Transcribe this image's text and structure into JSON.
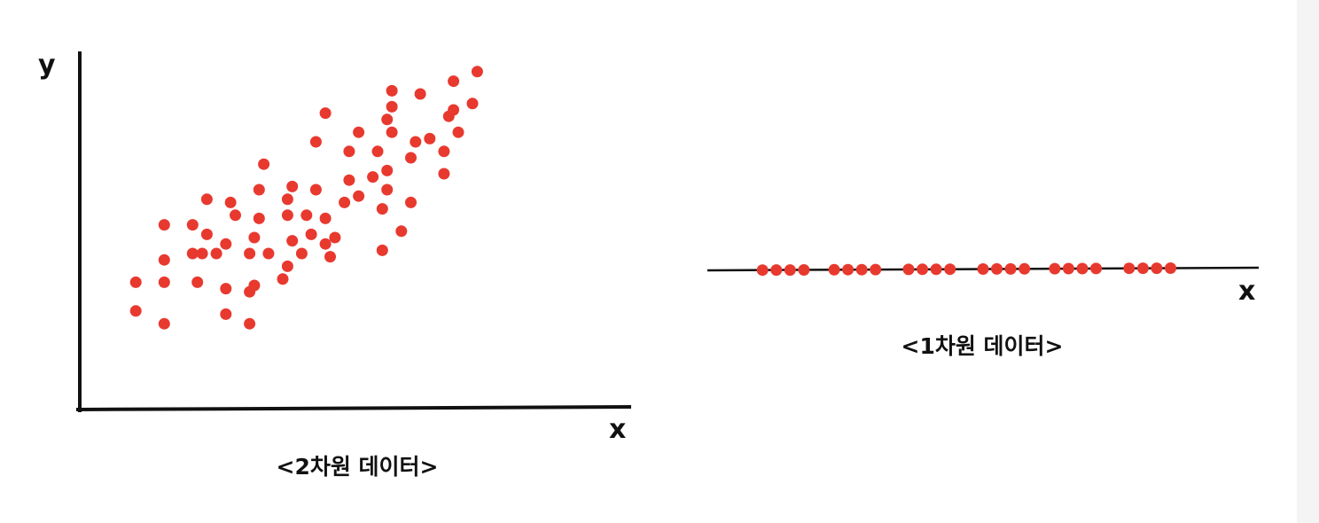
{
  "colors": {
    "point": "#e8392f",
    "axis": "#111111",
    "background": "#ffffff",
    "gutter": "#f4f4f4"
  },
  "panels": {
    "two_d": {
      "y_label": "y",
      "x_label": "x",
      "caption": "<2차원 데이터>"
    },
    "one_d": {
      "x_label": "x",
      "caption": "<1차원 데이터>"
    }
  },
  "chart_data": [
    {
      "type": "scatter",
      "xlabel": "x",
      "ylabel": "y",
      "caption": "<2차원 데이터>",
      "xlim": [
        0,
        100
      ],
      "ylim": [
        0,
        100
      ],
      "points": [
        [
          9,
          22
        ],
        [
          9,
          31
        ],
        [
          15,
          18
        ],
        [
          15,
          31
        ],
        [
          15,
          38
        ],
        [
          15,
          49
        ],
        [
          21,
          40
        ],
        [
          21,
          49
        ],
        [
          22,
          31
        ],
        [
          23,
          40
        ],
        [
          24,
          46
        ],
        [
          24,
          57
        ],
        [
          26,
          40
        ],
        [
          28,
          21
        ],
        [
          28,
          29
        ],
        [
          28,
          43
        ],
        [
          29,
          56
        ],
        [
          30,
          52
        ],
        [
          33,
          18
        ],
        [
          33,
          28
        ],
        [
          33,
          40
        ],
        [
          34,
          30
        ],
        [
          34,
          45
        ],
        [
          35,
          51
        ],
        [
          35,
          60
        ],
        [
          36,
          68
        ],
        [
          37,
          40
        ],
        [
          40,
          32
        ],
        [
          41,
          36
        ],
        [
          41,
          52
        ],
        [
          41,
          57
        ],
        [
          42,
          44
        ],
        [
          42,
          61
        ],
        [
          44,
          40
        ],
        [
          45,
          52
        ],
        [
          46,
          46
        ],
        [
          47,
          60
        ],
        [
          47,
          75
        ],
        [
          49,
          43
        ],
        [
          49,
          51
        ],
        [
          49,
          84
        ],
        [
          50,
          39
        ],
        [
          51,
          45
        ],
        [
          53,
          56
        ],
        [
          54,
          63
        ],
        [
          54,
          72
        ],
        [
          56,
          78
        ],
        [
          56,
          58
        ],
        [
          59,
          64
        ],
        [
          60,
          72
        ],
        [
          61,
          41
        ],
        [
          61,
          54
        ],
        [
          62,
          60
        ],
        [
          62,
          66
        ],
        [
          62,
          82
        ],
        [
          63,
          86
        ],
        [
          63,
          78
        ],
        [
          63,
          91
        ],
        [
          65,
          47
        ],
        [
          67,
          56
        ],
        [
          67,
          70
        ],
        [
          68,
          75
        ],
        [
          69,
          90
        ],
        [
          71,
          76
        ],
        [
          74,
          65
        ],
        [
          74,
          72
        ],
        [
          75,
          83
        ],
        [
          76,
          94
        ],
        [
          76,
          85
        ],
        [
          77,
          78
        ],
        [
          80,
          87
        ],
        [
          81,
          97
        ]
      ]
    },
    {
      "type": "scatter",
      "xlabel": "x",
      "caption": "<1차원 데이터>",
      "xlim": [
        0,
        100
      ],
      "points_x": [
        10,
        12.5,
        15,
        17.5,
        23,
        25.5,
        28,
        30.5,
        36.5,
        39,
        41.5,
        44,
        50,
        52.5,
        55,
        57.5,
        63,
        65.5,
        68,
        70.5,
        76.5,
        79,
        81.5,
        84
      ]
    }
  ]
}
